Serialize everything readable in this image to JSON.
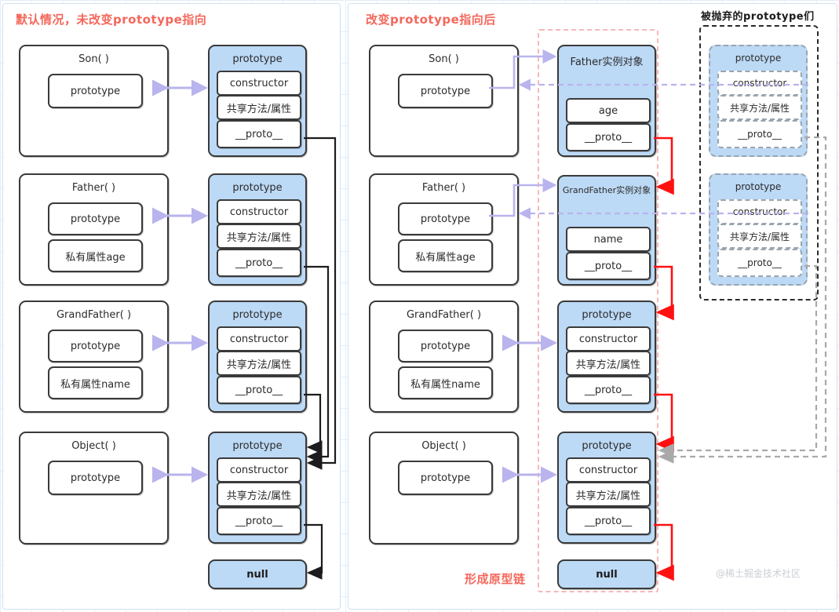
{
  "panels": {
    "left": {
      "title": "默认情况，未改变prototype指向"
    },
    "right": {
      "title": "改变prototype指向后",
      "chain_label": "形成原型链"
    },
    "discard": {
      "title": "被抛弃的prototype们"
    }
  },
  "labels": {
    "prototype": "prototype",
    "constructor": "constructor",
    "shared": "共享方法/属性",
    "proto": "__proto__",
    "null": "null",
    "age": "age",
    "name": "name",
    "private_age": "私有属性age",
    "private_name": "私有属性name"
  },
  "left_rows": [
    {
      "ctor_name": "Son( )",
      "fields": [
        "prototype"
      ],
      "proto_title": "prototype",
      "slots": [
        "constructor",
        "共享方法/属性",
        "__proto__"
      ]
    },
    {
      "ctor_name": "Father( )",
      "fields": [
        "prototype",
        "私有属性age"
      ],
      "proto_title": "prototype",
      "slots": [
        "constructor",
        "共享方法/属性",
        "__proto__"
      ]
    },
    {
      "ctor_name": "GrandFather( )",
      "fields": [
        "prototype",
        "私有属性name"
      ],
      "proto_title": "prototype",
      "slots": [
        "constructor",
        "共享方法/属性",
        "__proto__"
      ]
    },
    {
      "ctor_name": "Object( )",
      "fields": [
        "prototype"
      ],
      "proto_title": "prototype",
      "slots": [
        "constructor",
        "共享方法/属性",
        "__proto__"
      ]
    }
  ],
  "left_null": "null",
  "right_rows": [
    {
      "ctor_name": "Son( )",
      "fields": [
        "prototype"
      ],
      "proto_title": "Father实例对象",
      "slots": [
        "age",
        "__proto__"
      ]
    },
    {
      "ctor_name": "Father( )",
      "fields": [
        "prototype",
        "私有属性age"
      ],
      "proto_title": "GrandFather实例对象",
      "slots": [
        "name",
        "__proto__"
      ]
    },
    {
      "ctor_name": "GrandFather( )",
      "fields": [
        "prototype",
        "私有属性name"
      ],
      "proto_title": "prototype",
      "slots": [
        "constructor",
        "共享方法/属性",
        "__proto__"
      ]
    },
    {
      "ctor_name": "Object( )",
      "fields": [
        "prototype"
      ],
      "proto_title": "prototype",
      "slots": [
        "constructor",
        "共享方法/属性",
        "__proto__"
      ]
    }
  ],
  "right_null": "null",
  "discarded": [
    {
      "title": "prototype",
      "slots": [
        "constructor",
        "共享方法/属性",
        "__proto__"
      ]
    },
    {
      "title": "prototype",
      "slots": [
        "constructor",
        "共享方法/属性",
        "__proto__"
      ]
    }
  ],
  "watermark": "@稀土掘金技术社区",
  "colors": {
    "accent_red": "#f4675b",
    "chain_red": "#ff0000",
    "proto_blue": "#bcd9f5",
    "link_purple": "#b9b4ee",
    "ghost_gray": "#9aa4ad",
    "grid_blue": "#e3effa"
  }
}
